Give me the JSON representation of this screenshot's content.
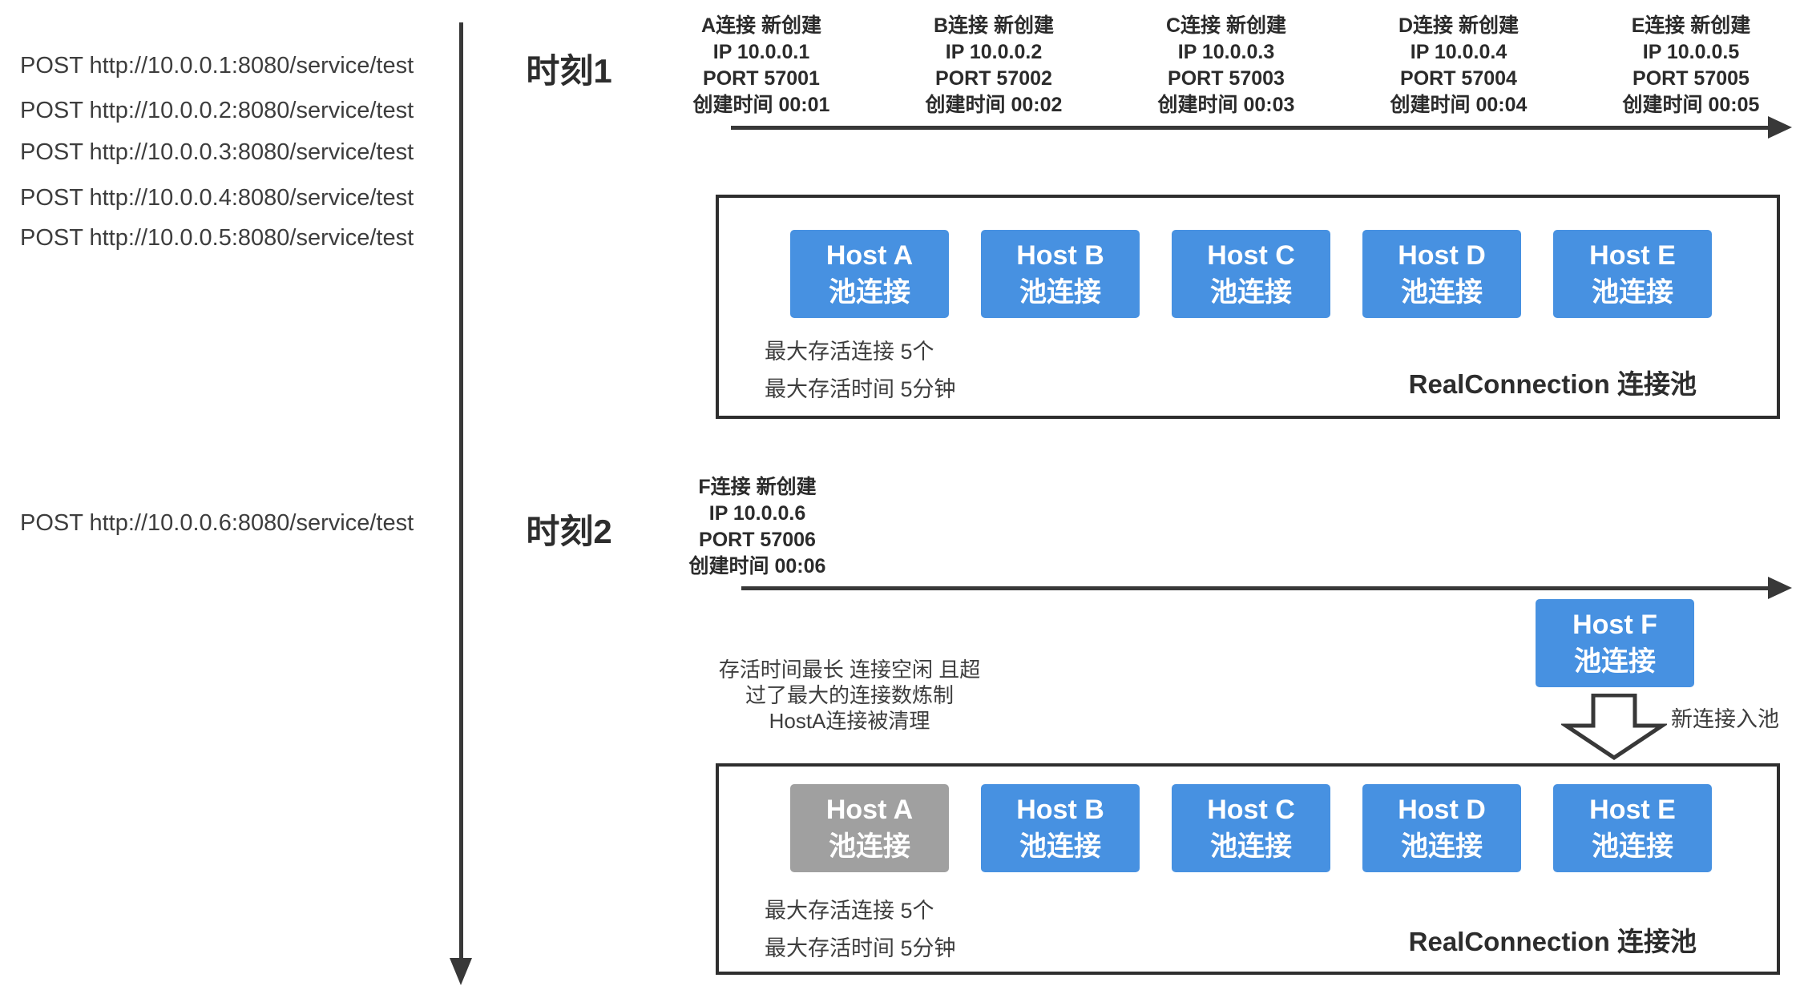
{
  "colors": {
    "host-active": "#4791e1",
    "host-evicted": "#a0a0a0",
    "stroke": "#383838"
  },
  "requests": {
    "items": [
      "POST http://10.0.0.1:8080/service/test",
      "POST http://10.0.0.2:8080/service/test",
      "POST http://10.0.0.3:8080/service/test",
      "POST http://10.0.0.4:8080/service/test",
      "POST http://10.0.0.5:8080/service/test"
    ],
    "later": "POST http://10.0.0.6:8080/service/test"
  },
  "moment1": {
    "label": "时刻1",
    "connections": [
      {
        "title": "A连接 新创建",
        "ip": "IP 10.0.0.1",
        "port": "PORT 57001",
        "created": "创建时间 00:01"
      },
      {
        "title": "B连接 新创建",
        "ip": "IP 10.0.0.2",
        "port": "PORT 57002",
        "created": "创建时间 00:02"
      },
      {
        "title": "C连接 新创建",
        "ip": "IP 10.0.0.3",
        "port": "PORT 57003",
        "created": "创建时间 00:03"
      },
      {
        "title": "D连接 新创建",
        "ip": "IP 10.0.0.4",
        "port": "PORT 57004",
        "created": "创建时间 00:04"
      },
      {
        "title": "E连接 新创建",
        "ip": "IP 10.0.0.5",
        "port": "PORT 57005",
        "created": "创建时间 00:05"
      }
    ],
    "pool": {
      "hosts": [
        {
          "name": "Host A",
          "sub": "池连接",
          "state": "active"
        },
        {
          "name": "Host B",
          "sub": "池连接",
          "state": "active"
        },
        {
          "name": "Host C",
          "sub": "池连接",
          "state": "active"
        },
        {
          "name": "Host D",
          "sub": "池连接",
          "state": "active"
        },
        {
          "name": "Host E",
          "sub": "池连接",
          "state": "active"
        }
      ],
      "max_connections_note": "最大存活连接 5个",
      "max_time_note": "最大存活时间 5分钟",
      "title": "RealConnection 连接池"
    }
  },
  "moment2": {
    "label": "时刻2",
    "connection": {
      "title": "F连接 新创建",
      "ip": "IP 10.0.0.6",
      "port": "PORT 57006",
      "created": "创建时间 00:06"
    },
    "new_host": {
      "name": "Host F",
      "sub": "池连接"
    },
    "inflow_note": "新连接入池",
    "evict_note": [
      "存活时间最长 连接空闲 且超",
      "过了最大的连接数炼制",
      "HostA连接被清理"
    ],
    "pool": {
      "hosts": [
        {
          "name": "Host A",
          "sub": "池连接",
          "state": "evicted"
        },
        {
          "name": "Host B",
          "sub": "池连接",
          "state": "active"
        },
        {
          "name": "Host C",
          "sub": "池连接",
          "state": "active"
        },
        {
          "name": "Host D",
          "sub": "池连接",
          "state": "active"
        },
        {
          "name": "Host E",
          "sub": "池连接",
          "state": "active"
        }
      ],
      "max_connections_note": "最大存活连接 5个",
      "max_time_note": "最大存活时间 5分钟",
      "title": "RealConnection 连接池"
    }
  }
}
